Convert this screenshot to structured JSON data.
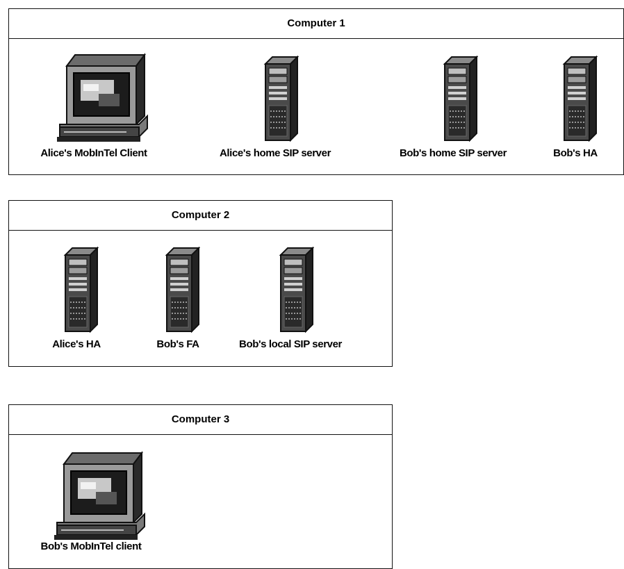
{
  "computers": [
    {
      "title": "Computer 1",
      "nodes": [
        {
          "label": "Alice's MobInTel Client",
          "icon": "workstation-icon"
        },
        {
          "label": "Alice's home SIP server",
          "icon": "server-tower-icon"
        },
        {
          "label": "Bob's home SIP server",
          "icon": "server-tower-icon"
        },
        {
          "label": "Bob's HA",
          "icon": "server-tower-icon"
        }
      ]
    },
    {
      "title": "Computer 2",
      "nodes": [
        {
          "label": "Alice's HA",
          "icon": "server-tower-icon"
        },
        {
          "label": "Bob's FA",
          "icon": "server-tower-icon"
        },
        {
          "label": "Bob's local SIP server",
          "icon": "server-tower-icon"
        }
      ]
    },
    {
      "title": "Computer 3",
      "nodes": [
        {
          "label": "Bob's MobInTel client",
          "icon": "workstation-icon"
        }
      ]
    }
  ]
}
